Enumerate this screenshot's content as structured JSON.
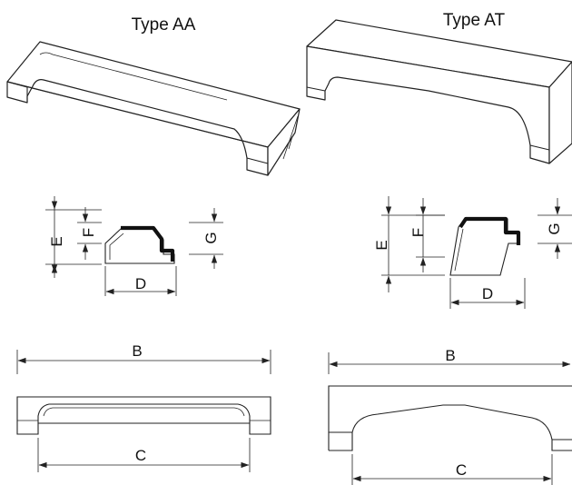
{
  "types": [
    {
      "title": "Type AA"
    },
    {
      "title": "Type AT"
    }
  ],
  "dimensions": {
    "B": "B",
    "C": "C",
    "D": "D",
    "E": "E",
    "F": "F",
    "G": "G"
  }
}
